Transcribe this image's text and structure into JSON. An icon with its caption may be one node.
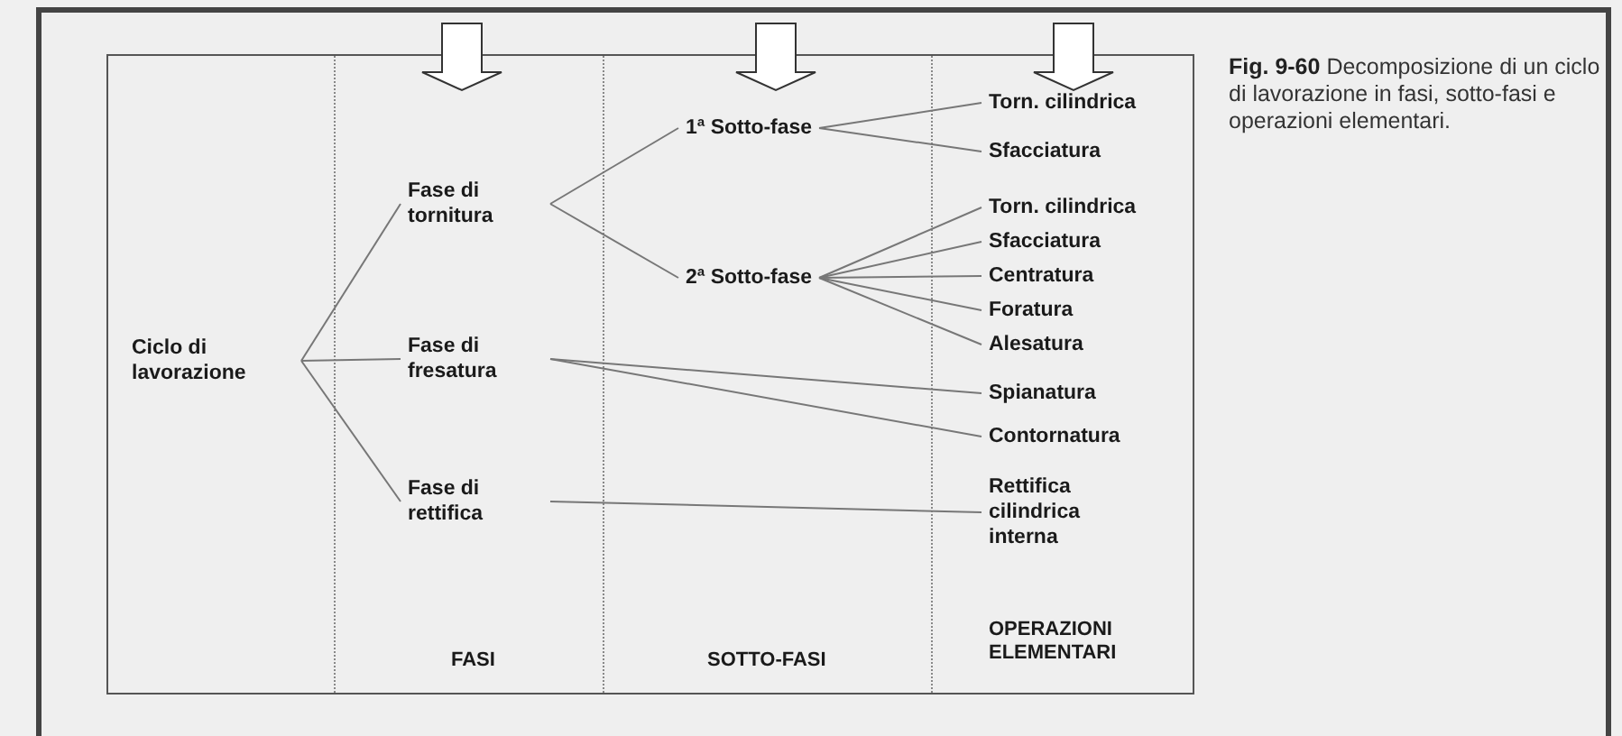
{
  "diagram": {
    "caption": "**Fig. 9-60** Decomposizione di un ciclo di lavorazione in fasi, sotto-fasi e operazioni elementari.",
    "nodes": [
      {
        "text": [
          "Ciclo di lavorazione"
        ]
      },
      {
        "text": [
          "Fase di tornitura"
        ]
      },
      {
        "text": [
          "Fase di fresatura"
        ]
      },
      {
        "text": [
          "Fase di rettifica"
        ]
      },
      {
        "text": [
          "1ª Sotto-fase"
        ]
      },
      {
        "text": [
          "2ª Sotto-fase"
        ]
      },
      {
        "text": [
          "Torn. cilindrica"
        ]
      },
      {
        "text": [
          "Sfacciatura"
        ]
      },
      {
        "text": [
          "Torn. cilindrica"
        ]
      },
      {
        "text": [
          "Sfacciatura"
        ]
      },
      {
        "text": [
          "Centratura"
        ]
      },
      {
        "text": [
          "Foratura"
        ]
      },
      {
        "text": [
          "Alesatura"
        ]
      },
      {
        "text": [
          "Spianatura"
        ]
      },
      {
        "text": [
          "Contornatura"
        ]
      },
      {
        "text": [
          "Rettifica cilindrica interna"
        ]
      }
    ],
    "edges": [
      {
        "from": 0,
        "to": 1,
        "arrow": "none"
      },
      {
        "from": 0,
        "to": 2,
        "arrow": "none"
      },
      {
        "from": 0,
        "to": 3,
        "arrow": "none"
      },
      {
        "from": 1,
        "to": 4,
        "arrow": "none"
      },
      {
        "from": 1,
        "to": 5,
        "arrow": "none"
      },
      {
        "from": 4,
        "to": 6,
        "arrow": "none"
      },
      {
        "from": 4,
        "to": 7,
        "arrow": "none"
      },
      {
        "from": 5,
        "to": 8,
        "arrow": "none"
      },
      {
        "from": 5,
        "to": 9,
        "arrow": "none"
      },
      {
        "from": 5,
        "to": 10,
        "arrow": "none"
      },
      {
        "from": 5,
        "to": 11,
        "arrow": "none"
      },
      {
        "from": 5,
        "to": 12,
        "arrow": "none"
      },
      {
        "from": 2,
        "to": 13,
        "arrow": "none"
      },
      {
        "from": 2,
        "to": 14,
        "arrow": "none"
      },
      {
        "from": 3,
        "to": 15,
        "arrow": "none"
      }
    ],
    "labels": [
      "FASI",
      "SOTTO-FASI",
      "OPERAZIONI ELEMENTARI"
    ]
  }
}
